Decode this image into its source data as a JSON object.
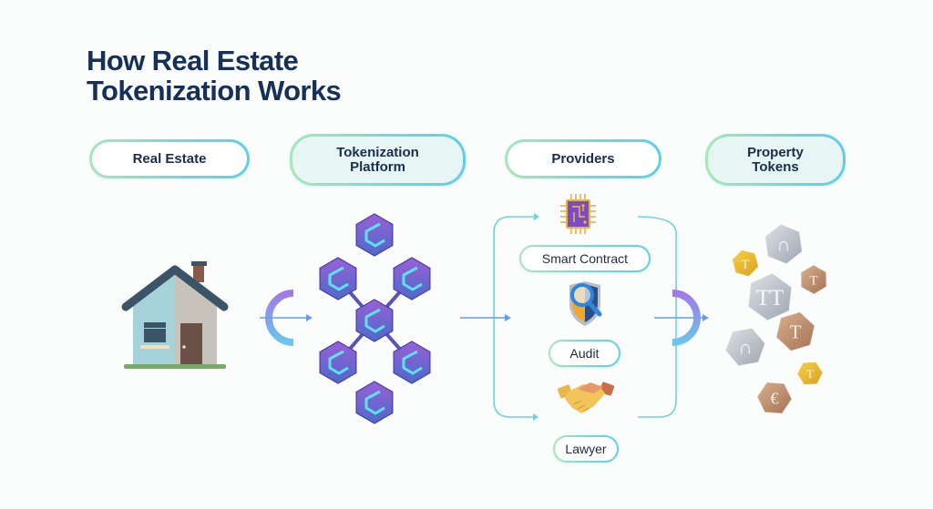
{
  "title": {
    "line1": "How Real Estate",
    "line2": "Tokenization Works"
  },
  "stages": [
    {
      "label_line1": "Real Estate",
      "label_line2": "",
      "icon": "house-icon"
    },
    {
      "label_line1": "Tokenization",
      "label_line2": "Platform",
      "icon": "hexagon-network-icon"
    },
    {
      "label_line1": "Providers",
      "label_line2": "",
      "icon": "providers-flow"
    },
    {
      "label_line1": "Property",
      "label_line2": "Tokens",
      "icon": "token-coins-icon"
    }
  ],
  "providers": [
    {
      "label": "Smart Contract",
      "icon": "microchip-icon"
    },
    {
      "label": "Audit",
      "icon": "shield-magnifier-icon"
    },
    {
      "label": "Lawyer",
      "icon": "handshake-icon"
    }
  ],
  "tokens": [
    {
      "symbol": "T",
      "material": "gold"
    },
    {
      "symbol": "∩",
      "material": "silver"
    },
    {
      "symbol": "T",
      "material": "bronze"
    },
    {
      "symbol": "TT",
      "material": "silver"
    },
    {
      "symbol": "T",
      "material": "bronze"
    },
    {
      "symbol": "∩",
      "material": "silver"
    },
    {
      "symbol": "T",
      "material": "gold"
    },
    {
      "symbol": "€",
      "material": "bronze"
    }
  ],
  "colors": {
    "title": "#16305a",
    "pill_border_start": "#a8e6b8",
    "pill_border_end": "#5fcfe3",
    "hex_top": "#9b5fd6",
    "hex_bottom": "#4a6bc9",
    "hex_inner": "#5fe0ef",
    "flow_line": "#6fd3dc",
    "arrow": "#5d8fe0"
  }
}
